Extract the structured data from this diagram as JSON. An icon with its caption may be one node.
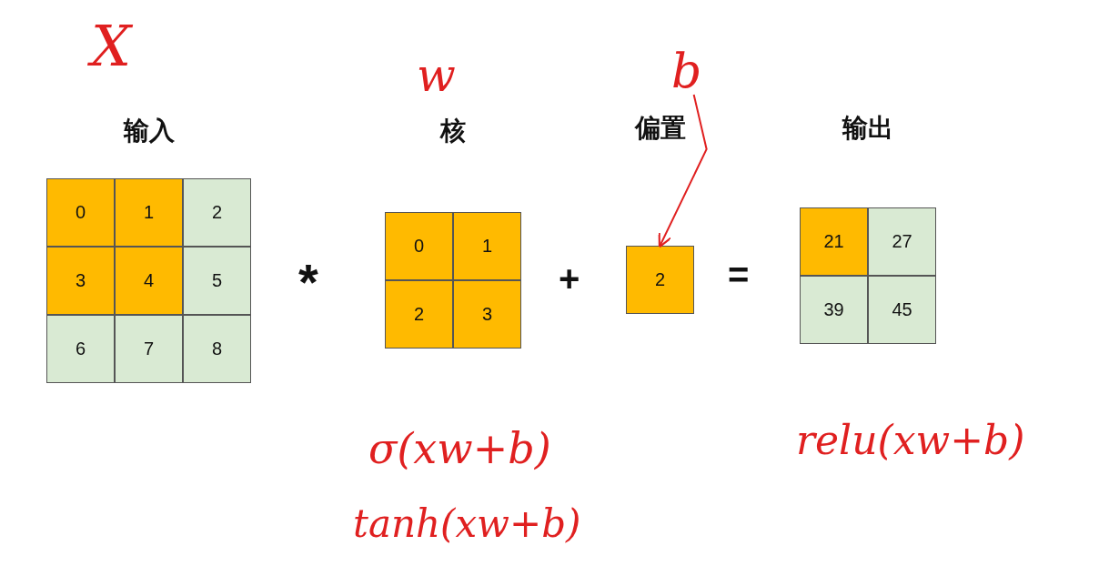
{
  "diagram": {
    "nodes": [
      {
        "text": [
          "输入"
        ]
      },
      {
        "text": [
          "0"
        ],
        "in": 0
      },
      {
        "text": [
          "1"
        ],
        "in": 0
      },
      {
        "text": [
          "2"
        ],
        "in": 0
      },
      {
        "text": [
          "3"
        ],
        "in": 0
      },
      {
        "text": [
          "4"
        ],
        "in": 0
      },
      {
        "text": [
          "5"
        ],
        "in": 0
      },
      {
        "text": [
          "6"
        ],
        "in": 0
      },
      {
        "text": [
          "7"
        ],
        "in": 0
      },
      {
        "text": [
          "8"
        ],
        "in": 0
      },
      {
        "text": [
          "核"
        ]
      },
      {
        "text": [
          "0"
        ],
        "in": 10
      },
      {
        "text": [
          "1"
        ],
        "in": 10
      },
      {
        "text": [
          "2"
        ],
        "in": 10
      },
      {
        "text": [
          "3"
        ],
        "in": 10
      },
      {
        "text": [
          "偏置"
        ]
      },
      {
        "text": [
          "2"
        ],
        "in": 15
      },
      {
        "text": [
          "输出"
        ]
      },
      {
        "text": [
          "21"
        ],
        "in": 17
      },
      {
        "text": [
          "27"
        ],
        "in": 17
      },
      {
        "text": [
          "39"
        ],
        "in": 17
      },
      {
        "text": [
          "45"
        ],
        "in": 17
      },
      {
        "text": [
          "b"
        ]
      }
    ],
    "edges": [
      {
        "from": 22,
        "to": 16,
        "arrow": "to",
        "color": "#e02020"
      }
    ],
    "labels": [
      "X",
      "w",
      "*",
      "+",
      "=",
      "σ(xw+b)",
      "relu(xw+b)",
      "tanh(xw+b)"
    ]
  }
}
